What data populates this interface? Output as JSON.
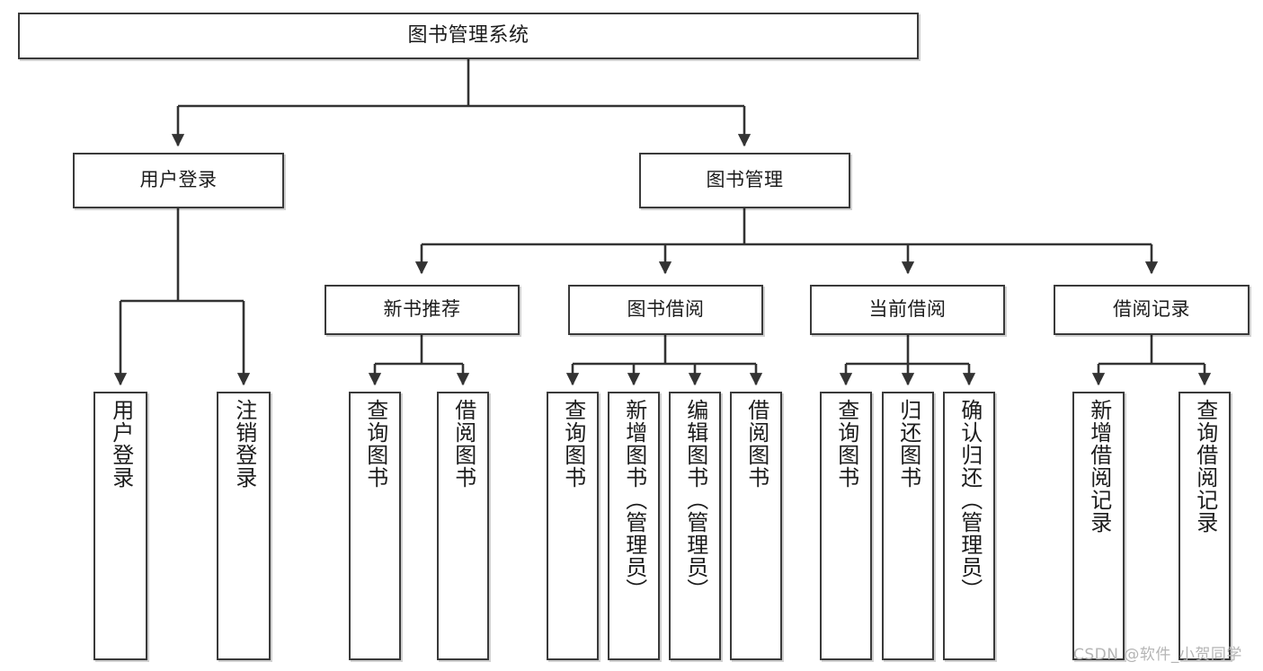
{
  "diagram": {
    "type": "tree-hierarchy-chart",
    "title": "图书管理系统",
    "watermark": "CSDN @软件_小贺同学",
    "colors": {
      "border": "#3a3a3a",
      "background": "#ffffff",
      "text": "#1c1c1c",
      "connector": "#333333",
      "watermark": "#b5b5b5"
    },
    "levels": {
      "root": {
        "label": "图书管理系统"
      },
      "level2": [
        {
          "label": "用户登录"
        },
        {
          "label": "图书管理"
        }
      ],
      "level3": [
        {
          "label": "新书推荐"
        },
        {
          "label": "图书借阅"
        },
        {
          "label": "当前借阅"
        },
        {
          "label": "借阅记录"
        }
      ],
      "leaves": {
        "user_login": [
          {
            "label": "用户登录"
          },
          {
            "label": "注销登录"
          }
        ],
        "new_book_recommend": [
          {
            "label": "查询图书"
          },
          {
            "label": "借阅图书"
          }
        ],
        "book_borrow": [
          {
            "label": "查询图书"
          },
          {
            "label": "新增图书（管理员）"
          },
          {
            "label": "编辑图书（管理员）"
          },
          {
            "label": "借阅图书"
          }
        ],
        "current_borrow": [
          {
            "label": "查询图书"
          },
          {
            "label": "归还图书"
          },
          {
            "label": "确认归还（管理员）"
          }
        ],
        "borrow_record": [
          {
            "label": "新增借阅记录"
          },
          {
            "label": "查询借阅记录"
          }
        ]
      }
    }
  }
}
